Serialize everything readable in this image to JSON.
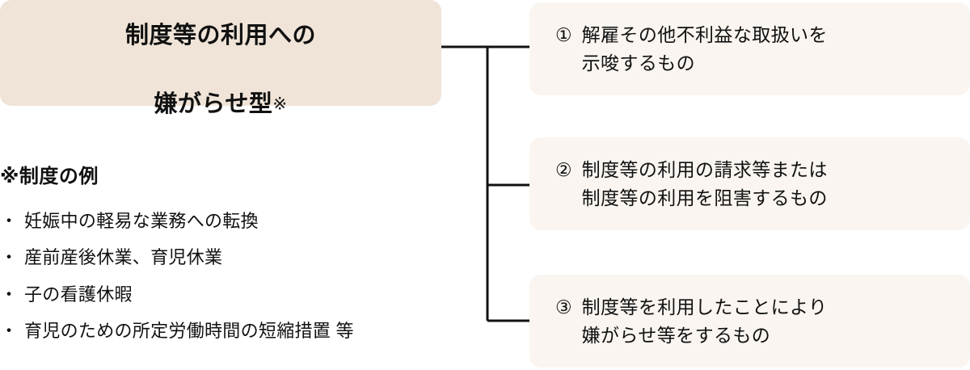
{
  "category": {
    "title_line1": "制度等の利用への",
    "title_line2": "嫌がらせ型",
    "reference_mark": "※",
    "bg_color": "#F0E4D8"
  },
  "note": {
    "heading": "※制度の例",
    "bullet_glyph": "・",
    "items": [
      "妊娠中の軽易な業務への転換",
      "産前産後休業、育児休業",
      "子の看護休暇",
      "育児のための所定労働時間の短縮措置 等"
    ]
  },
  "items": [
    {
      "number": "①",
      "text": "解雇その他不利益な取扱いを\n示唆するもの"
    },
    {
      "number": "②",
      "text": "制度等の利用の請求等または\n制度等の利用を阻害するもの"
    },
    {
      "number": "③",
      "text": "制度等を利用したことにより\n嫌がらせ等をするもの"
    }
  ],
  "connector": {
    "line_color": "#111111",
    "line_width": 3
  },
  "theme": {
    "page_background": "#FFFFFF",
    "item_box_color": "#FAF5F0",
    "text_color": "#111111"
  }
}
